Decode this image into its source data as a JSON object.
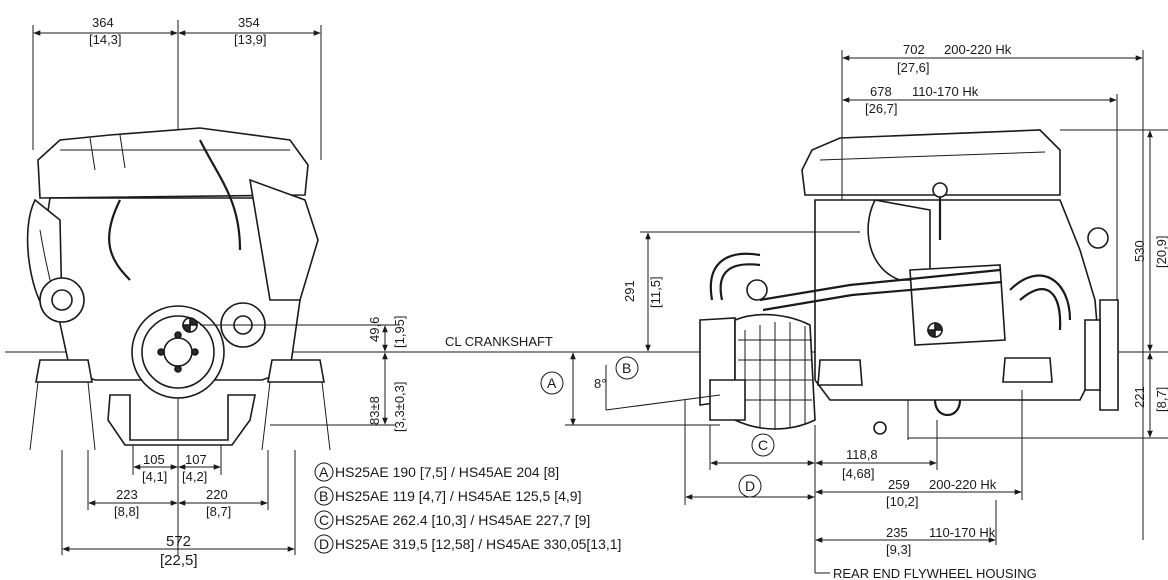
{
  "front_view": {
    "dims": {
      "left_half_width": "364",
      "left_half_width_in": "[14,3]",
      "right_half_width": "354",
      "right_half_width_in": "[13,9]",
      "crank_to_cog": "49,6",
      "crank_to_cog_in": "[1,95]",
      "crank_to_mount": "83±8",
      "crank_to_mount_in": "[3,3±0,3]",
      "inner_left": "105",
      "inner_left_in": "[4,1]",
      "inner_right": "107",
      "inner_right_in": "[4,2]",
      "mount_left": "223",
      "mount_left_in": "[8,8]",
      "mount_right": "220",
      "mount_right_in": "[8,7]",
      "overall_width": "572",
      "overall_width_in": "[22,5]"
    }
  },
  "centerline_label": "CL CRANKSHAFT",
  "side_view": {
    "dims": {
      "length_200": "702",
      "length_200_hk": "200-220 Hk",
      "length_200_in": "[27,6]",
      "length_110": "678",
      "length_110_hk": "110-170 Hk",
      "length_110_in": "[26,7]",
      "height_above": "530",
      "height_above_in": "[20,9]",
      "height_below": "221",
      "height_below_in": "[8,7]",
      "rear_height": "291",
      "rear_height_in": "[11,5]",
      "angle": "8°",
      "offset": "118,8",
      "offset_in": "[4,68]",
      "flywheel_200": "259",
      "flywheel_200_hk": "200-220 Hk",
      "flywheel_200_in": "[10,2]",
      "flywheel_110": "235",
      "flywheel_110_hk": "110-170 Hk",
      "flywheel_110_in": "[9,3]"
    },
    "markers": {
      "a": "A",
      "b": "B",
      "c": "C",
      "d": "D"
    },
    "rear_end_label": "REAR END FLYWHEEL HOUSING"
  },
  "legend": [
    {
      "letter": "A",
      "text": "HS25AE 190 [7,5] / HS45AE 204 [8]"
    },
    {
      "letter": "B",
      "text": "HS25AE 119 [4,7] / HS45AE 125,5 [4,9]"
    },
    {
      "letter": "C",
      "text": "HS25AE 262.4 [10,3] /  HS45AE 227,7 [9]"
    },
    {
      "letter": "D",
      "text": "HS25AE 319,5 [12,58] / HS45AE 330,05[13,1]"
    }
  ]
}
